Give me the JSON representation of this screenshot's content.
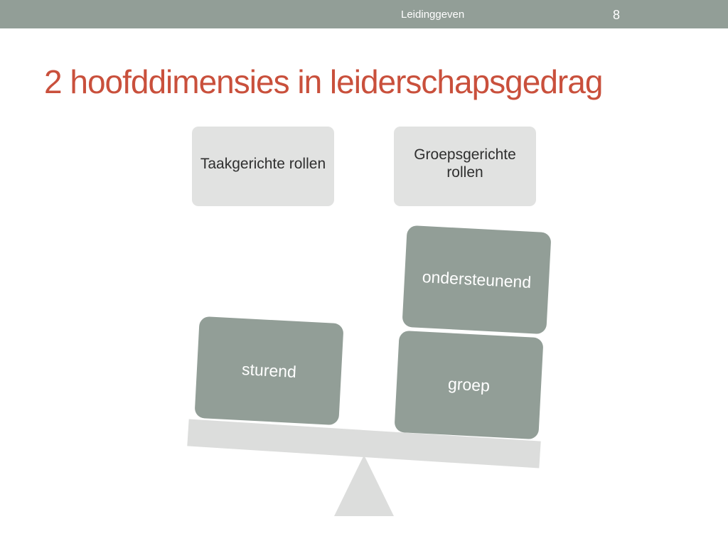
{
  "header": {
    "title": "Leidinggeven",
    "page_number": "8"
  },
  "slide": {
    "title": "2 hoofddimensies in leiderschapsgedrag"
  },
  "categories": [
    {
      "label": "Taakgerichte rollen"
    },
    {
      "label": "Groepsgerichte rollen"
    }
  ],
  "blocks": {
    "left": "sturend",
    "right_bottom": "groep",
    "right_top": "ondersteunend"
  },
  "colors": {
    "header_bar": "#929e97",
    "title": "#c9503c",
    "category_box": "#e1e2e1",
    "block": "#929e97",
    "seesaw": "#dcdddc"
  }
}
